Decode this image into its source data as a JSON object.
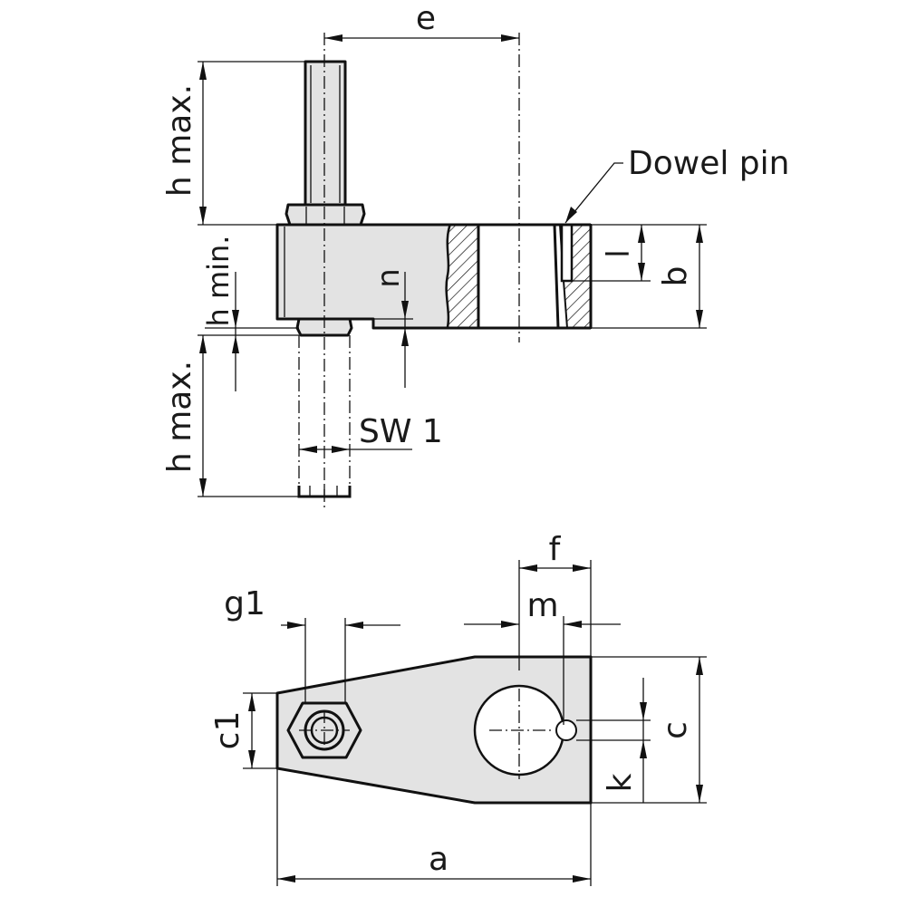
{
  "labels": {
    "e": "e",
    "dowel_pin": "Dowel pin",
    "h_max_top": "h max.",
    "h_min": "h min.",
    "h_max_bottom": "h max.",
    "n": "n",
    "l": "l",
    "b": "b",
    "sw1": "SW 1",
    "f": "f",
    "m": "m",
    "g1": "g1",
    "c1": "c1",
    "c": "c",
    "k": "k",
    "a": "a"
  },
  "colors": {
    "part_fill": "#e3e3e3",
    "line": "#111111",
    "text": "#1a1a1a"
  }
}
